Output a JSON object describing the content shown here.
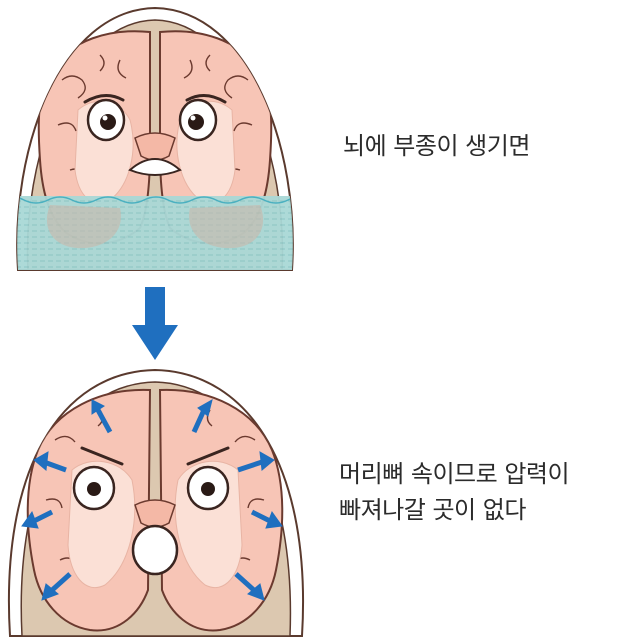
{
  "captions": {
    "top": "뇌에 부종이 생기면",
    "bottom_line1": "머리뼈 속이므로 압력이",
    "bottom_line2": "빠져나갈 곳이 없다"
  },
  "icons": {
    "down_arrow": "arrow-down-icon",
    "pressure_arrows": "arrow-icon"
  },
  "colors": {
    "brain": "#f6c3b3",
    "brain_outline": "#6b3a2f",
    "skull": "#ffffff",
    "skull_inner": "#d9c7b1",
    "fluid": "#a8d7d7",
    "arrow": "#1f6fbf"
  }
}
